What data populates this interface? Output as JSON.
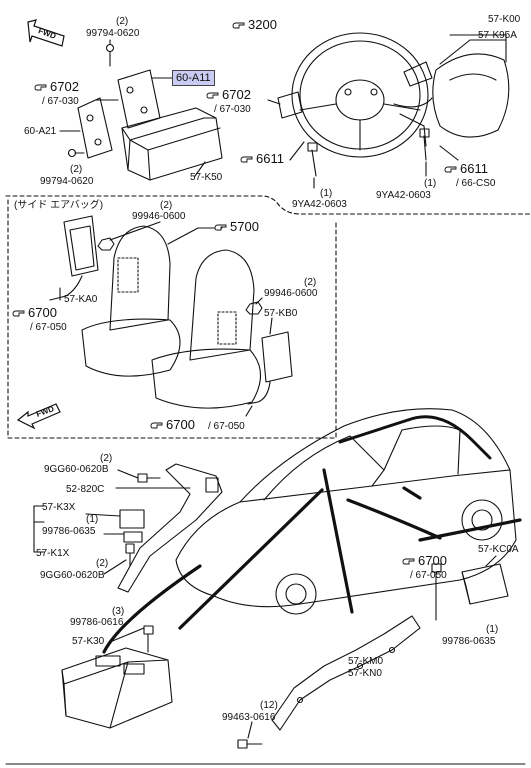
{
  "colors": {
    "ink": "#111111",
    "highlight": "#c9cbf2",
    "paper": "#ffffff"
  },
  "icons": {
    "ref": "pointing-hand-icon",
    "fwd": "fwd-arrow-icon"
  },
  "labels": {
    "fwd_top": "FWD",
    "fwd_mid": "FWD",
    "side_airbag_caption": "(サイド エアバッグ)",
    "ref_3200": "3200",
    "ref_6702_left": "6702",
    "ref_6702_left_sub": "/ 67-030",
    "ref_6702_mid": "6702",
    "ref_6702_mid_sub": "/ 67-030",
    "ref_6611_left": "6611",
    "ref_6611_right": "6611",
    "ref_6611_right_sub": "/ 66-CS0",
    "ref_5700": "5700",
    "ref_6700_left": "6700",
    "ref_6700_left_sub": "/ 67-050",
    "ref_6700_bottom": "6700",
    "ref_6700_bottom_sub": "/ 67-050",
    "ref_6700_right": "6700",
    "ref_6700_right_sub": "/ 67-050",
    "p_60A11": "60-A11",
    "p_99794_top_qty": "(2)",
    "p_99794_top": "99794-0620",
    "p_60A21": "60-A21",
    "p_99794_bot_qty": "(2)",
    "p_99794_bot": "99794-0620",
    "p_57K50": "57-K50",
    "p_57K00": "57-K00",
    "p_57K95A": "57-K95A",
    "p_9YA42_left_qty": "(1)",
    "p_9YA42_left": "9YA42-0603",
    "p_9YA42_right_qty": "(1)",
    "p_9YA42_right": "9YA42-0603",
    "p_99946_left_qty": "(2)",
    "p_99946_left": "99946-0600",
    "p_57KA0": "57-KA0",
    "p_99946_right_qty": "(2)",
    "p_99946_right": "99946-0600",
    "p_57KB0": "57-KB0",
    "p_9GG60_top_qty": "(2)",
    "p_9GG60_top": "9GG60-0620B",
    "p_52820C": "52-820C",
    "p_57K3X": "57-K3X",
    "p_99786_mid_qty": "(1)",
    "p_99786_mid": "99786-0635",
    "p_57K1X": "57-K1X",
    "p_9GG60_bot_qty": "(2)",
    "p_9GG60_bot": "9GG60-0620B",
    "p_99786_left_qty": "(3)",
    "p_99786_left": "99786-0616",
    "p_57K30": "57-K30",
    "p_57KC0A": "57-KC0A",
    "p_99786_right_qty": "(1)",
    "p_99786_right": "99786-0635",
    "p_57KM0": "57-KM0",
    "p_57KN0": "57-KN0",
    "p_99463_qty": "(12)",
    "p_99463": "99463-0616"
  }
}
